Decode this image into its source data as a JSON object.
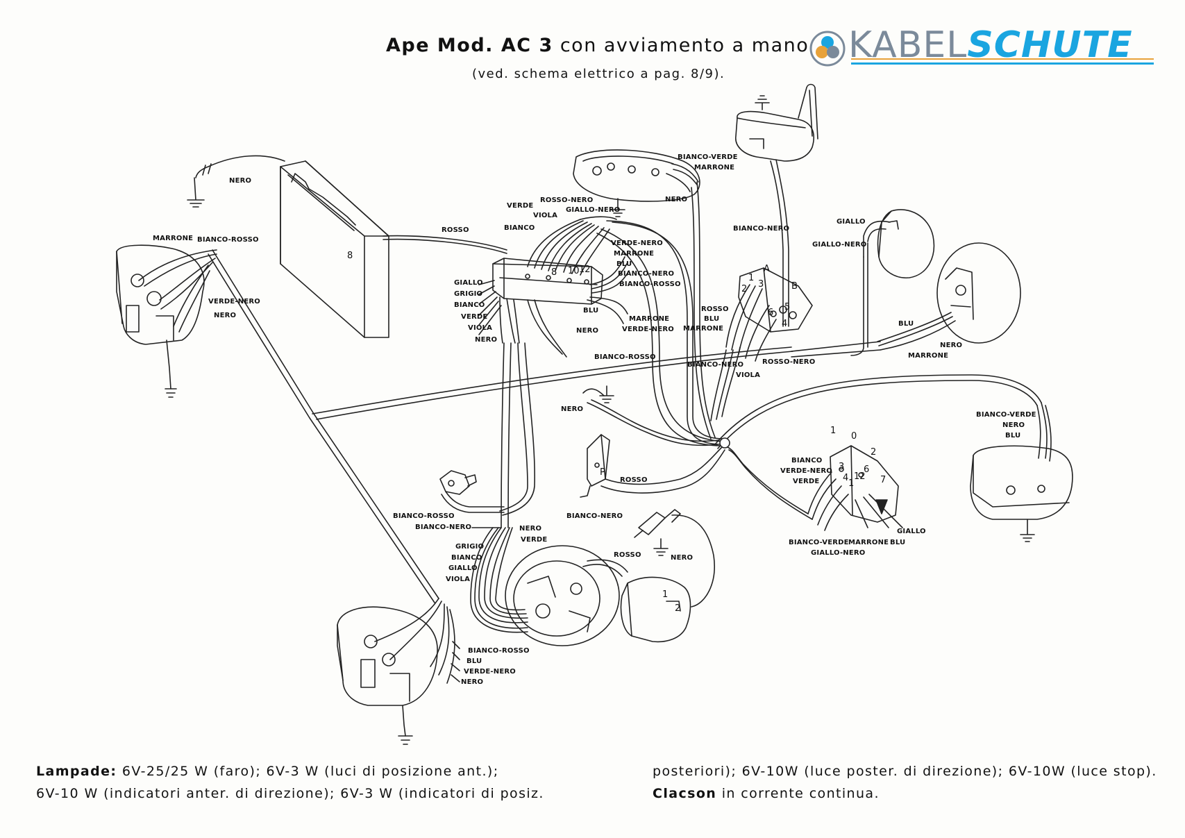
{
  "header": {
    "title_bold": "Ape Mod. AC 3",
    "title_rest": "con avviamento a mano",
    "subtitle": "(ved. schema elettrico a pag. 8/9)."
  },
  "logo": {
    "part1": "KABEL",
    "part2": "SCHUTE",
    "colors": {
      "grey": "#7b8a9a",
      "blue": "#1aa5e0",
      "orange": "#e8a23a"
    }
  },
  "wire_labels": {
    "nero_battery": "NERO",
    "marrone_lh": "MARRONE",
    "bianco_rosso_lh": "BIANCO-ROSSO",
    "verde_nero_lh": "VERDE-NERO",
    "nero_lh": "NERO",
    "rosso_batt": "ROSSO",
    "verde_top": "VERDE",
    "rosso_nero_top": "ROSSO-NERO",
    "viola_top": "VIOLA",
    "giallo_nero_top": "GIALLO-NERO",
    "bianco_top": "BIANCO",
    "verde_nero_r": "VERDE-NERO",
    "marrone_r": "MARRONE",
    "blu_r": "BLU",
    "bianco_nero_r": "BIANCO-NERO",
    "bianco_rosso_r": "BIANCO-ROSSO",
    "giallo_l": "GIALLO",
    "grigio_l": "GRIGIO",
    "bianco_l": "BIANCO",
    "verde_l": "VERDE",
    "viola_l": "VIOLA",
    "nero_l": "NERO",
    "blu_mid": "BLU",
    "nero_mid": "NERO",
    "marrone_mid": "MARRONE",
    "verde_nero_mid": "VERDE-NERO",
    "bianco_rosso_mid": "BIANCO-ROSSO",
    "bianco_verde_lamp": "BIANCO-VERDE",
    "marrone_lamp": "MARRONE",
    "nero_lamp": "NERO",
    "bianco_nero_horn": "BIANCO-NERO",
    "rosso_sw": "ROSSO",
    "blu_sw": "BLU",
    "marrone_sw": "MARRONE",
    "bianco_nero_sw": "BIANCO-NERO",
    "viola_sw": "VIOLA",
    "rosso_nero_sw": "ROSSO-NERO",
    "giallo_rh": "GIALLO",
    "giallo_nero_rh": "GIALLO-NERO",
    "blu_rh": "BLU",
    "nero_rh": "NERO",
    "marrone_rh": "MARRONE",
    "bianco_verde_tail": "BIANCO-VERDE",
    "nero_tail": "NERO",
    "blu_tail": "BLU",
    "nero_ground": "NERO",
    "rosso_reg": "ROSSO",
    "bianco_nero_reg": "BIANCO-NERO",
    "bianco_rosso_stop": "BIANCO-ROSSO",
    "bianco_nero_stop": "BIANCO-NERO",
    "bianco_ls": "BIANCO",
    "verde_nero_ls": "VERDE-NERO",
    "verde_ls": "VERDE",
    "giallo_ls": "GIALLO",
    "blu_ls": "BLU",
    "marrone_ls": "MARRONE",
    "bianco_verde_ls": "BIANCO-VERDE",
    "giallo_nero_ls": "GIALLO-NERO",
    "nero_mag": "NERO",
    "verde_mag": "VERDE",
    "grigio_mag": "GRIGIO",
    "bianco_mag": "BIANCO",
    "giallo_mag": "GIALLO",
    "viola_mag": "VIOLA",
    "rosso_coil": "ROSSO",
    "nero_coil": "NERO",
    "bianco_rosso_bl": "BIANCO-ROSSO",
    "blu_bl": "BLU",
    "verde_nero_bl": "VERDE-NERO",
    "nero_bl": "NERO"
  },
  "terminal_numbers": {
    "sw_A": "A",
    "sw_B": "B",
    "sw_1": "1",
    "sw_2": "2",
    "sw_3": "3",
    "sw_4": "4",
    "sw_5": "5",
    "sw_6": "6",
    "ls_1": "1",
    "ls_0": "0",
    "ls_2": "2",
    "ls_t3": "3",
    "ls_t4": "4",
    "ls_t7": "7",
    "ls_t12": "12",
    "ls_t6": "6",
    "ls_t1": "1",
    "batt_8": "8",
    "jb_8": "8",
    "jb_10": "10",
    "jb_12": "12",
    "coil_1": "1",
    "coil_2": "2",
    "reg_p": "P"
  },
  "footer": {
    "lampade_label": "Lampade:",
    "line1_left": "6V-25/25 W (faro); 6V-3 W (luci di posizione ant.);",
    "line2_left": "6V-10 W (indicatori anter. di direzione); 6V-3 W (indicatori di posiz.",
    "line1_right": "posteriori); 6V-10W (luce poster. di direzione); 6V-10W (luce stop).",
    "clacson_label": "Clacson",
    "line2_right": "in corrente continua."
  }
}
